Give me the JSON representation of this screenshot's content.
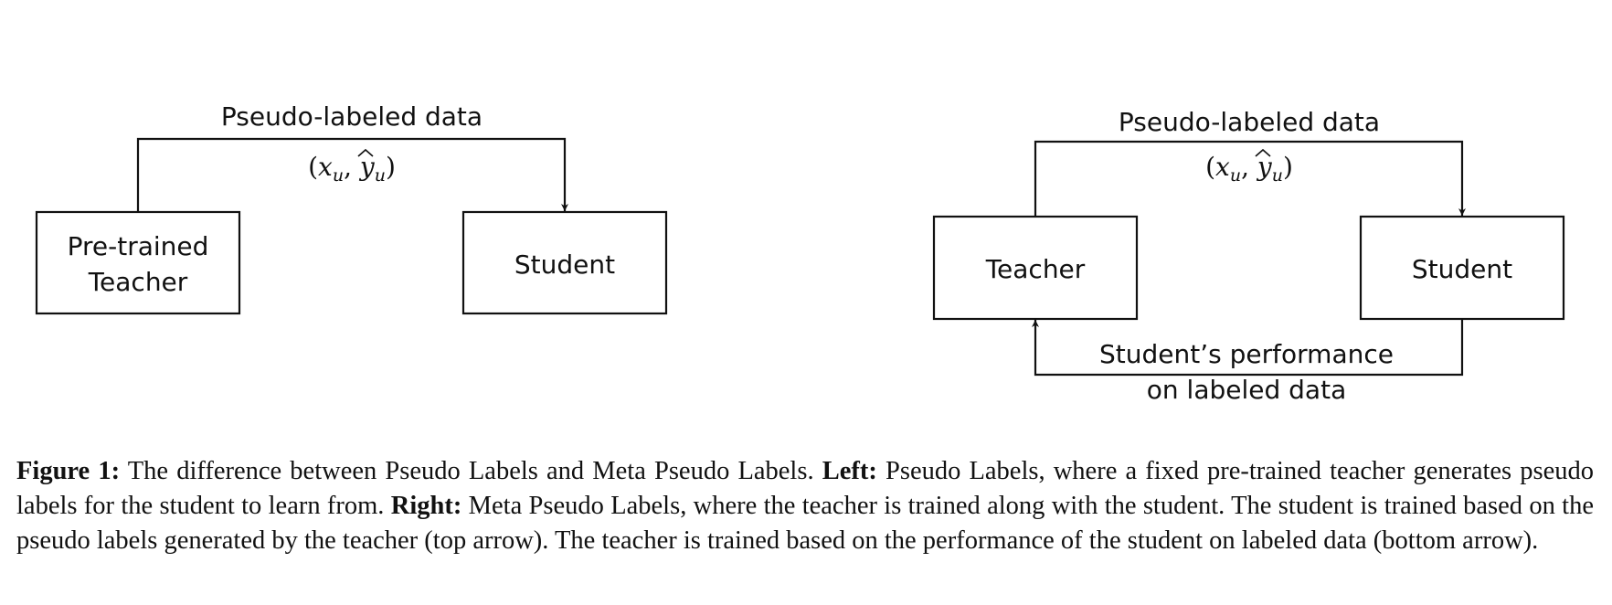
{
  "left_panel": {
    "edge_label": "Pseudo-labeled data",
    "edge_math_x": "x",
    "edge_math_sub": "u",
    "edge_math_y": "y",
    "teacher_line1": "Pre-trained",
    "teacher_line2": "Teacher",
    "student": "Student"
  },
  "right_panel": {
    "edge_label": "Pseudo-labeled data",
    "edge_math_x": "x",
    "edge_math_sub": "u",
    "edge_math_y": "y",
    "teacher": "Teacher",
    "student": "Student",
    "feedback_line1": "Student’s performance",
    "feedback_line2": "on labeled data"
  },
  "caption": {
    "label": "Figure 1:",
    "text1": " The difference between Pseudo Labels and Meta Pseudo Labels. ",
    "left_label": "Left:",
    "text2": " Pseudo Labels, where a fixed pre-trained teacher generates pseudo labels for the student to learn from. ",
    "right_label": "Right:",
    "text3": " Meta Pseudo Labels, where the teacher is trained along with the student. The student is trained based on the pseudo labels generated by the teacher (top arrow). The teacher is trained based on the performance of the student on labeled data (bottom arrow)."
  }
}
